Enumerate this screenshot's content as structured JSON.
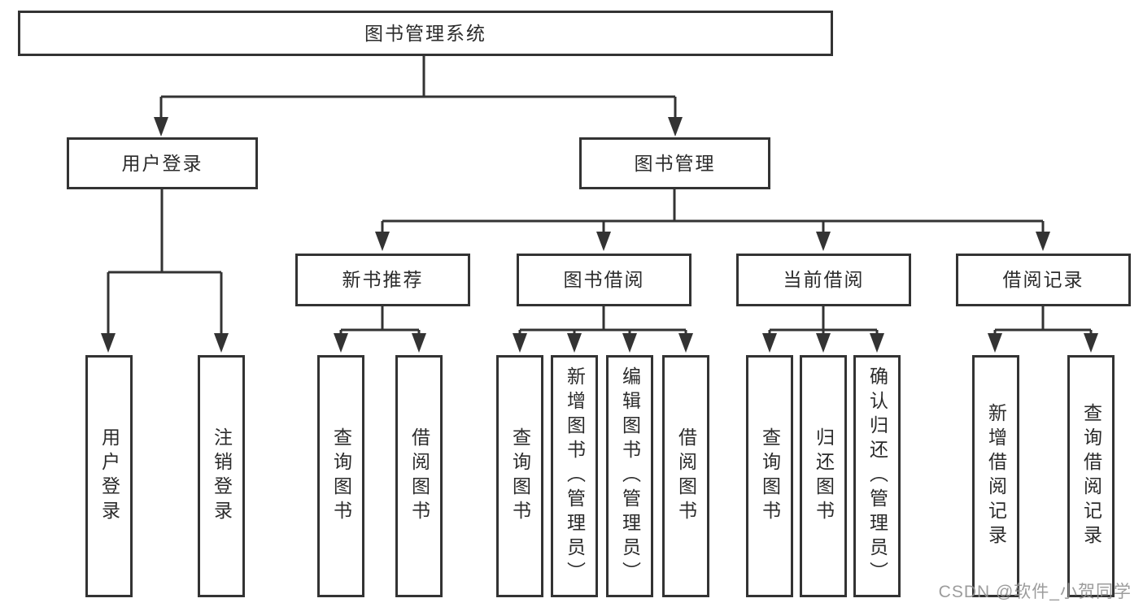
{
  "diagram": {
    "type": "hierarchy-tree",
    "title": "图书管理系统"
  },
  "colors": {
    "line": "#333333",
    "box_border": "#333333",
    "text": "#2b2b2b",
    "watermark": "#919191",
    "background": "#ffffff"
  },
  "watermark": "CSDN @软件_小贺同学",
  "nodes": {
    "root": "图书管理系统",
    "userLogin": "用户登录",
    "bookMgmt": "图书管理",
    "loginLeaf": "用户登录",
    "logoutLeaf": "注销登录",
    "recommend": "新书推荐",
    "borrowSec": "图书借阅",
    "currentSec": "当前借阅",
    "recordsSec": "借阅记录",
    "rQuery": "查询图书",
    "rBorrow": "借阅图书",
    "bQuery": "查询图书",
    "bAdd": "新增图书（管理员）",
    "bEdit": "编辑图书（管理员）",
    "bBorrow": "借阅图书",
    "cQuery": "查询图书",
    "cReturn": "归还图书",
    "cConfirm": "确认归还（管理员）",
    "recAdd": "新增借阅记录",
    "recQuery": "查询借阅记录"
  }
}
